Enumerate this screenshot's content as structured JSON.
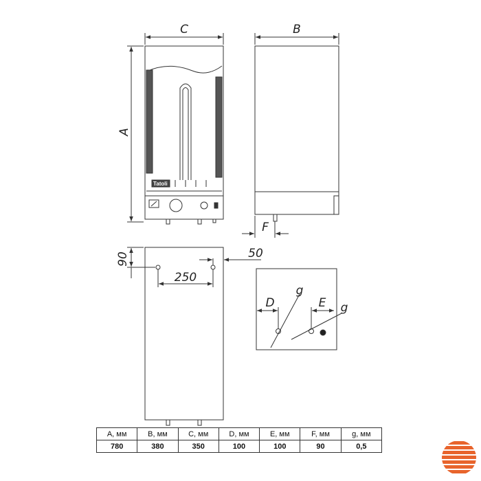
{
  "dimension_labels": {
    "a": "A",
    "b": "B",
    "c": "C",
    "d": "D",
    "e": "E",
    "f": "F",
    "g1": "g",
    "g2": "g",
    "d90": "90",
    "d50": "50",
    "d250": "250"
  },
  "brand": "Tatoli",
  "specs": {
    "headers": [
      "A, мм",
      "B, мм",
      "C, мм",
      "D, мм",
      "E, мм",
      "F, мм",
      "g, мм"
    ],
    "values": [
      "780",
      "380",
      "350",
      "100",
      "100",
      "90",
      "0,5"
    ]
  },
  "colors": {
    "line": "#333333",
    "logo": "#e8642c"
  }
}
